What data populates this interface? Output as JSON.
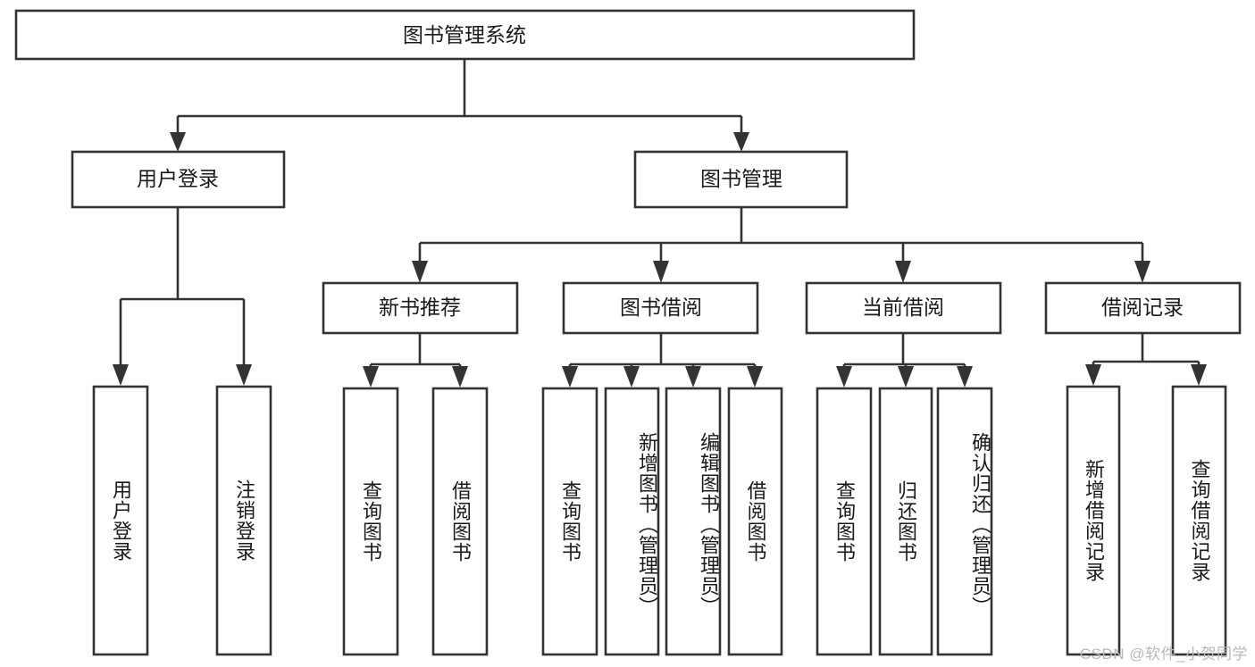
{
  "diagram": {
    "type": "hierarchy-tree",
    "title": "图书管理系统",
    "watermark": "CSDN @软件_小贺同学",
    "colors": {
      "stroke": "#333333",
      "fill": "#ffffff",
      "text": "#1a1a1a",
      "watermark": "#b9b9b9"
    },
    "root": {
      "label": "图书管理系统"
    },
    "level2": [
      {
        "id": "user-login",
        "label": "用户登录"
      },
      {
        "id": "book-manage",
        "label": "图书管理"
      }
    ],
    "level3": [
      {
        "id": "new-book-recommend",
        "label": "新书推荐",
        "parent": "book-manage"
      },
      {
        "id": "book-borrow",
        "label": "图书借阅",
        "parent": "book-manage"
      },
      {
        "id": "current-borrow",
        "label": "当前借阅",
        "parent": "book-manage"
      },
      {
        "id": "borrow-record",
        "label": "借阅记录",
        "parent": "book-manage"
      }
    ],
    "leaves": {
      "user-login": [
        {
          "id": "leaf-user-login",
          "label": "用户登录"
        },
        {
          "id": "leaf-user-logout",
          "label": "注销登录"
        }
      ],
      "new-book-recommend": [
        {
          "id": "leaf-query-book-1",
          "label": "查询图书"
        },
        {
          "id": "leaf-borrow-book-1",
          "label": "借阅图书"
        }
      ],
      "book-borrow": [
        {
          "id": "leaf-query-book-2",
          "label": "查询图书"
        },
        {
          "id": "leaf-add-book",
          "label": "新增图书（管理员）"
        },
        {
          "id": "leaf-edit-book",
          "label": "编辑图书（管理员）"
        },
        {
          "id": "leaf-borrow-book-2",
          "label": "借阅图书"
        }
      ],
      "current-borrow": [
        {
          "id": "leaf-query-book-3",
          "label": "查询图书"
        },
        {
          "id": "leaf-return-book",
          "label": "归还图书"
        },
        {
          "id": "leaf-confirm-return",
          "label": "确认归还（管理员）"
        }
      ],
      "borrow-record": [
        {
          "id": "leaf-add-record",
          "label": "新增借阅记录"
        },
        {
          "id": "leaf-query-record",
          "label": "查询借阅记录"
        }
      ]
    }
  }
}
